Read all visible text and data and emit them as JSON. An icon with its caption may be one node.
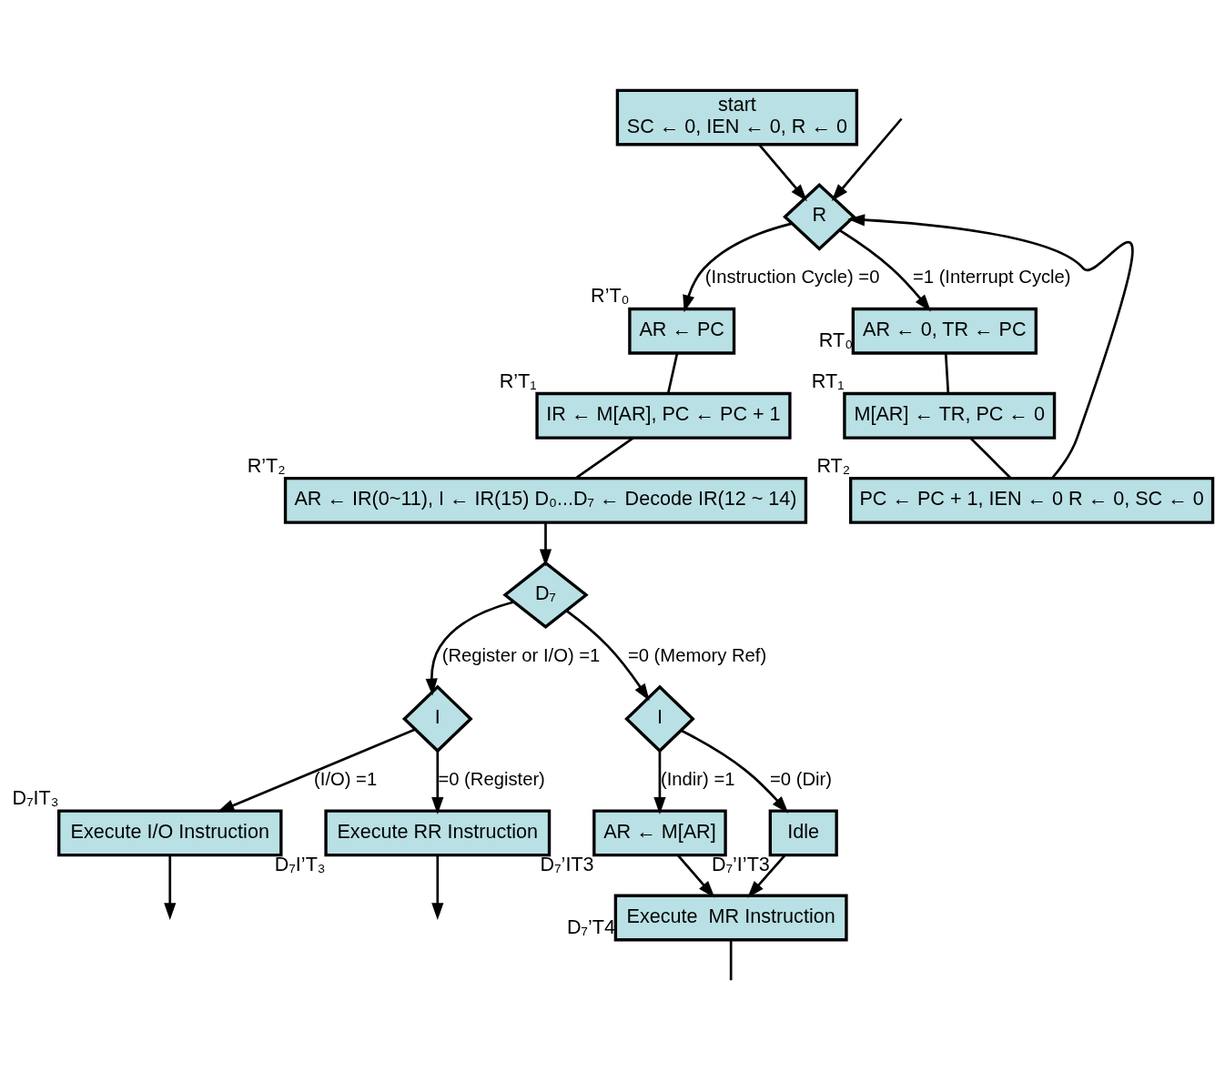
{
  "diagram": {
    "nodes": [
      {
        "text": [
          "start",
          "SC ← 0, IEN ← 0, R ← 0"
        ]
      },
      {
        "text": [
          "R"
        ]
      },
      {
        "text": [
          "AR ← PC"
        ],
        "beside": [
          "R’T₀"
        ]
      },
      {
        "text": [
          "IR ← M[AR], PC ← PC + 1"
        ],
        "beside": [
          "R’T₁"
        ]
      },
      {
        "text": [
          "AR ← IR(0~11), I ← IR(15) D₀...D₇ ← Decode IR(12 ~ 14)"
        ],
        "beside": [
          "R’T₂"
        ]
      },
      {
        "text": [
          "AR ← 0, TR ← PC"
        ],
        "beside": [
          "RT₀"
        ]
      },
      {
        "text": [
          "M[AR] ← TR, PC ← 0"
        ],
        "beside": [
          "RT₁"
        ]
      },
      {
        "text": [
          "PC ← PC + 1, IEN ← 0 R ← 0, SC ← 0"
        ],
        "beside": [
          "RT₂"
        ]
      },
      {
        "text": [
          "D₇"
        ]
      },
      {
        "text": [
          "I"
        ]
      },
      {
        "text": [
          "I"
        ]
      },
      {
        "text": [
          "Execute I/O Instruction"
        ],
        "beside": [
          "D₇IT₃"
        ]
      },
      {
        "text": [
          "Execute RR Instruction"
        ],
        "beside": [
          "D₇I’T₃"
        ]
      },
      {
        "text": [
          "AR ← M[AR]"
        ],
        "beside": [
          "D₇’IT3"
        ]
      },
      {
        "text": [
          "Idle"
        ],
        "beside": [
          "D₇’I’T3"
        ]
      },
      {
        "text": [
          "Execute  MR Instruction"
        ],
        "beside": [
          "D₇’T4"
        ]
      }
    ],
    "edges": [
      {
        "from": 0,
        "to": 1,
        "arrow": "to"
      },
      {
        "from": 1,
        "to": 2,
        "arrow": "to",
        "label": "(Instruction Cycle) =0"
      },
      {
        "from": 1,
        "to": 5,
        "arrow": "to",
        "label": "=1 (Interrupt Cycle)"
      },
      {
        "from": 2,
        "to": 3,
        "arrow": "none"
      },
      {
        "from": 3,
        "to": 4,
        "arrow": "none"
      },
      {
        "from": 5,
        "to": 6,
        "arrow": "none"
      },
      {
        "from": 6,
        "to": 7,
        "arrow": "none"
      },
      {
        "from": 7,
        "to": 1,
        "arrow": "to"
      },
      {
        "from": null,
        "to": 1,
        "arrow": "to"
      },
      {
        "from": 4,
        "to": 8,
        "arrow": "to"
      },
      {
        "from": 8,
        "to": 9,
        "arrow": "to",
        "label": "(Register or I/O) =1"
      },
      {
        "from": 8,
        "to": 10,
        "arrow": "to",
        "label": "=0 (Memory Ref)"
      },
      {
        "from": 9,
        "to": 11,
        "arrow": "to",
        "label": "(I/O) =1"
      },
      {
        "from": 9,
        "to": 12,
        "arrow": "to",
        "label": "=0 (Register)"
      },
      {
        "from": 10,
        "to": 13,
        "arrow": "to",
        "label": "(Indir) =1"
      },
      {
        "from": 10,
        "to": 14,
        "arrow": "to",
        "label": "=0 (Dir)"
      },
      {
        "from": 13,
        "to": 15,
        "arrow": "to"
      },
      {
        "from": 14,
        "to": 15,
        "arrow": "to"
      },
      {
        "from": 11,
        "to": null,
        "arrow": "to"
      },
      {
        "from": 12,
        "to": null,
        "arrow": "to"
      },
      {
        "from": 15,
        "to": null,
        "arrow": "none"
      }
    ]
  }
}
